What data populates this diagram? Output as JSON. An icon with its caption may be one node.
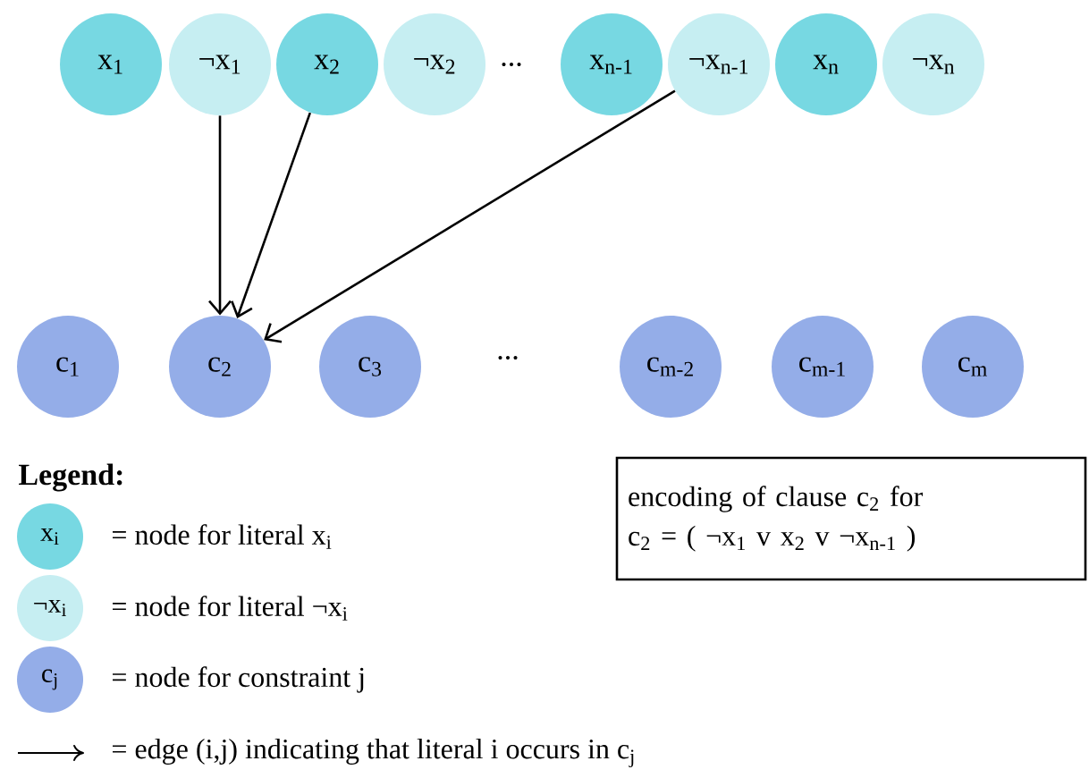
{
  "diagram": {
    "nodes": [
      {
        "text": [
          "x$_{1}$"
        ]
      },
      {
        "text": [
          "¬x$_{1}$"
        ]
      },
      {
        "text": [
          "x$_{2}$"
        ]
      },
      {
        "text": [
          "¬x$_{2}$"
        ]
      },
      {
        "text": [
          "x$_{n-1}$"
        ]
      },
      {
        "text": [
          "¬x$_{n-1}$"
        ]
      },
      {
        "text": [
          "x$_{n}$"
        ]
      },
      {
        "text": [
          "¬x$_{n}$"
        ]
      },
      {
        "text": [
          "c$_{1}$"
        ]
      },
      {
        "text": [
          "c$_{2}$"
        ]
      },
      {
        "text": [
          "c$_{3}$"
        ]
      },
      {
        "text": [
          "c$_{m-2}$"
        ]
      },
      {
        "text": [
          "c$_{m-1}$"
        ]
      },
      {
        "text": [
          "c$_{m}$"
        ]
      },
      {
        "text": [
          "encoding of clause c$_{2}$ for",
          "c$_{2}$ = ( ¬x$_{1}$  v  x$_{2}$  v  ¬x$_{n-1}$ )"
        ]
      },
      {
        "text": [
          "x$_{i}$"
        ]
      },
      {
        "text": [
          "¬x$_{i}$"
        ]
      },
      {
        "text": [
          "c$_{j}$"
        ]
      }
    ],
    "edges": [
      {
        "from": 1,
        "to": 9,
        "arrow": "to"
      },
      {
        "from": 2,
        "to": 9,
        "arrow": "to"
      },
      {
        "from": 5,
        "to": 9,
        "arrow": "to"
      }
    ],
    "labels": [
      "...",
      "...",
      "Legend:"
    ],
    "legend": [
      {
        "text": "= node for literal x$_{i}$",
        "color": "#77d8e2"
      },
      {
        "text": "= node for literal ¬x$_{i}$",
        "color": "#c6eef2"
      },
      {
        "text": "= node for constraint j",
        "color": "#94ade8"
      },
      {
        "text": "= edge (i,j) indicating that literal i occurs in c$_{j}$"
      }
    ]
  }
}
